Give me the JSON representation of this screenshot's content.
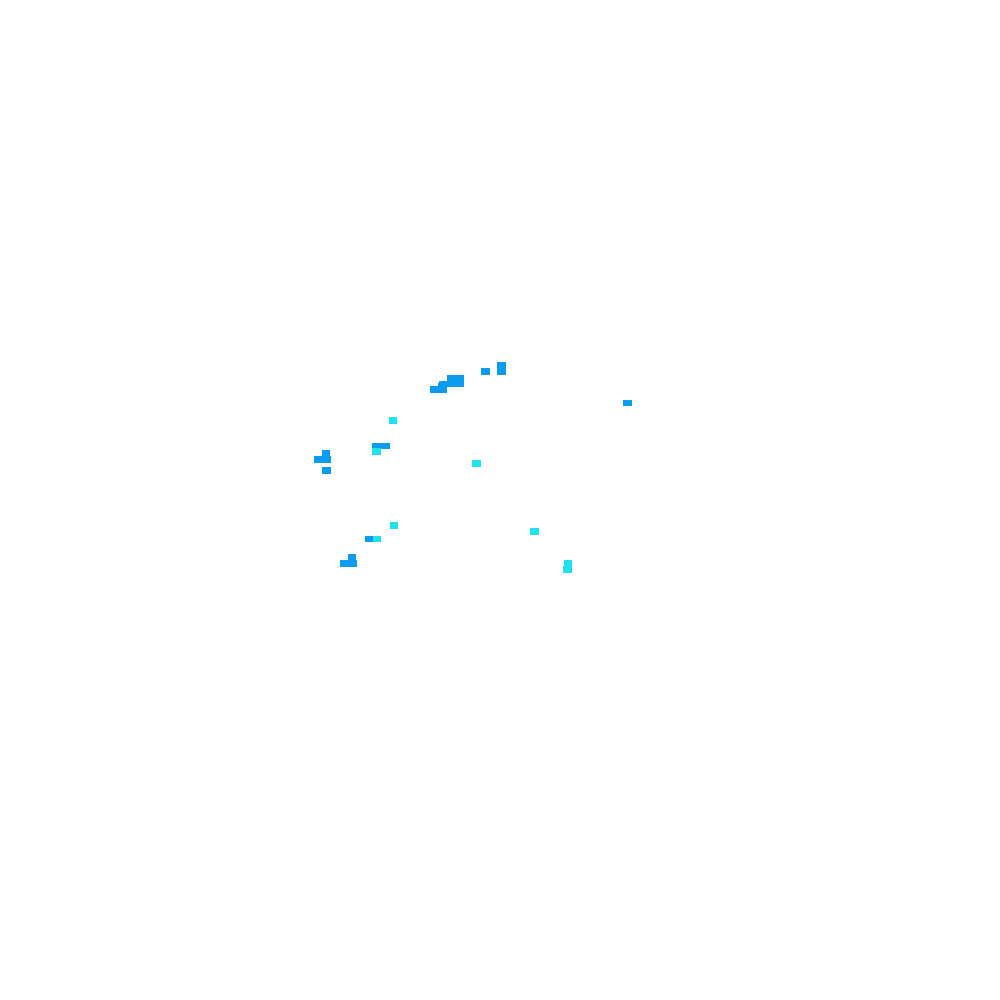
{
  "canvas": {
    "background": "#ffffff"
  },
  "palette": {
    "blue": "#0b9cf0",
    "cyan": "#1ee3ea"
  },
  "markers": [
    {
      "tone": "blue"
    },
    {
      "tone": "blue"
    },
    {
      "tone": "blue"
    },
    {
      "tone": "blue"
    },
    {
      "tone": "blue"
    },
    {
      "tone": "blue"
    },
    {
      "tone": "blue"
    },
    {
      "tone": "blue"
    },
    {
      "tone": "blue"
    },
    {
      "tone": "blue"
    },
    {
      "tone": "blue"
    },
    {
      "tone": "blue"
    },
    {
      "tone": "blue"
    },
    {
      "tone": "cyan"
    },
    {
      "tone": "cyan"
    },
    {
      "tone": "cyan"
    },
    {
      "tone": "cyan"
    },
    {
      "tone": "cyan"
    },
    {
      "tone": "cyan"
    },
    {
      "tone": "cyan"
    },
    {
      "tone": "cyan"
    }
  ]
}
